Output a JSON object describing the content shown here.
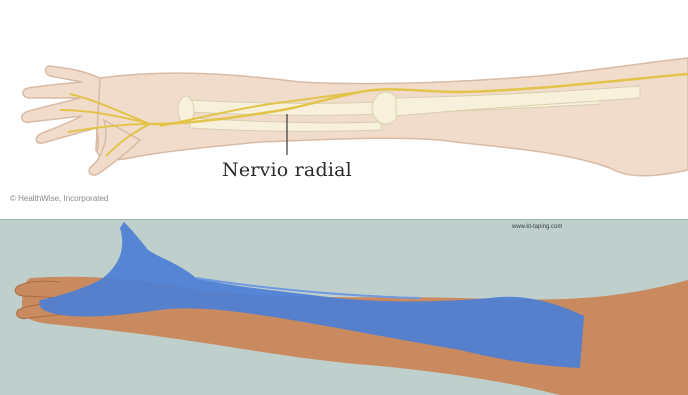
{
  "illustration": {
    "label": "Nervio radial",
    "copyright": "© HealthWise, Incorporated",
    "colors": {
      "skin": "#f1dccb",
      "bone": "#f7f1dc",
      "nerve": "#e2c44a",
      "outline": "#d8bba5"
    }
  },
  "photo": {
    "watermark": "www.kt-taping.com",
    "colors": {
      "background": "#bfcfcc",
      "skin": "#c98a5f",
      "tape": "#4d7fd6"
    }
  }
}
